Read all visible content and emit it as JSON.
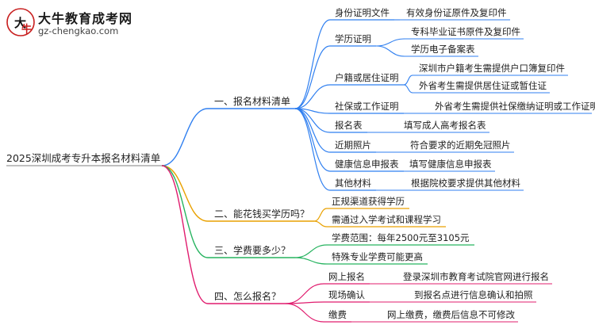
{
  "logo": {
    "title": "大牛教育成考网",
    "url": "gz-chengkao.com"
  },
  "colors": {
    "blue": "#2f7ff0",
    "orange": "#e9a100",
    "green": "#26b35f",
    "magenta": "#e01c6e",
    "gray": "#9a9a9a"
  },
  "mindmap": {
    "root": "2025深圳成考专升本报名材料清单",
    "branches": [
      {
        "label": "一、报名材料清单",
        "items": [
          {
            "label": "身份证明文件",
            "details": [
              "有效身份证原件及复印件"
            ]
          },
          {
            "label": "学历证明",
            "details": [
              "专科毕业证书原件及复印件",
              "学历电子备案表"
            ]
          },
          {
            "label": "户籍或居住证明",
            "details": [
              "深圳市户籍考生需提供户口簿复印件",
              "外省考生需提供居住证或暂住证"
            ]
          },
          {
            "label": "社保或工作证明",
            "details": [
              "外省考生需提供社保缴纳证明或工作证明"
            ]
          },
          {
            "label": "报名表",
            "details": [
              "填写成人高考报名表"
            ]
          },
          {
            "label": "近期照片",
            "details": [
              "符合要求的近期免冠照片"
            ]
          },
          {
            "label": "健康信息申报表",
            "details": [
              "填写健康信息申报表"
            ]
          },
          {
            "label": "其他材料",
            "details": [
              "根据院校要求提供其他材料"
            ]
          }
        ]
      },
      {
        "label": "二、能花钱买学历吗？",
        "items": [
          {
            "label": "正规渠道获得学历",
            "details": []
          },
          {
            "label": "需通过入学考试和课程学习",
            "details": []
          }
        ]
      },
      {
        "label": "三、学费要多少？",
        "items": [
          {
            "label": "学费范围：每年2500元至3105元",
            "details": []
          },
          {
            "label": "特殊专业学费可能更高",
            "details": []
          }
        ]
      },
      {
        "label": "四、怎么报名？",
        "items": [
          {
            "label": "网上报名",
            "details": [
              "登录深圳市教育考试院官网进行报名"
            ]
          },
          {
            "label": "现场确认",
            "details": [
              "到报名点进行信息确认和拍照"
            ]
          },
          {
            "label": "缴费",
            "details": [
              "网上缴费，缴费后信息不可修改"
            ]
          }
        ]
      }
    ]
  }
}
